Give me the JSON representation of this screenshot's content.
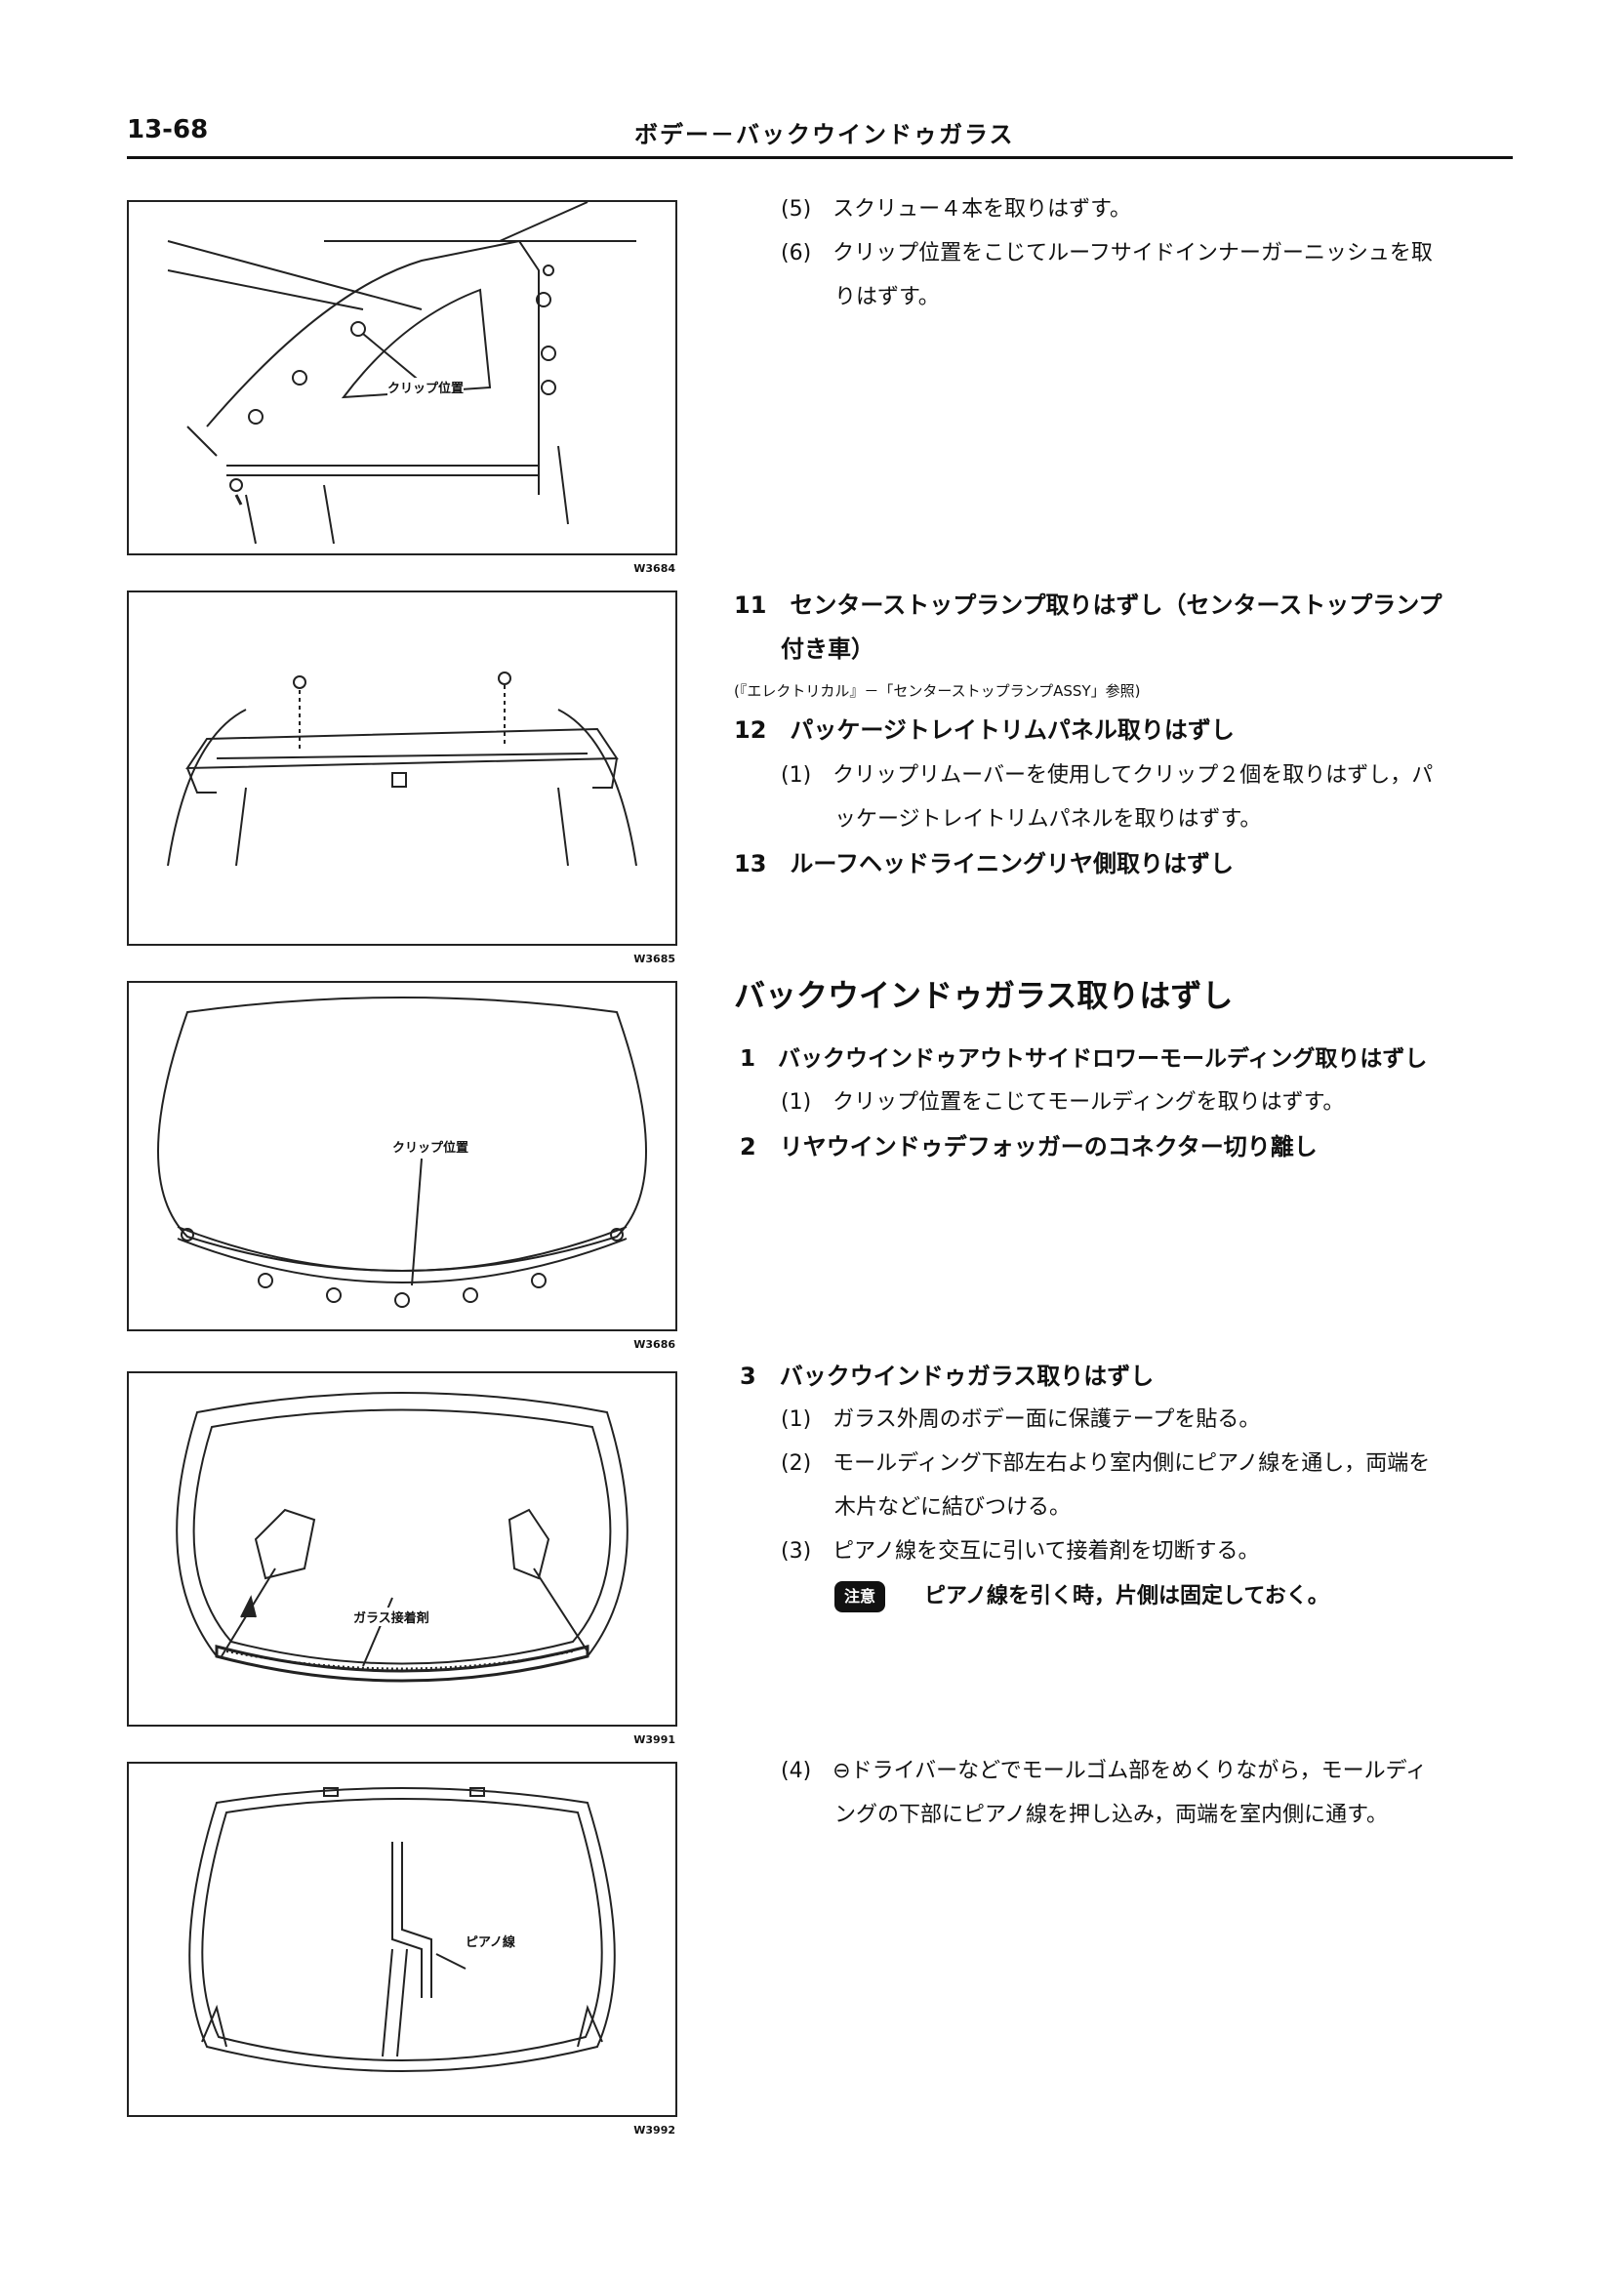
{
  "header": {
    "page_number": "13-68",
    "title": "ボデー－バックウインドゥガラス"
  },
  "figures": [
    {
      "code": "W3684",
      "callouts": [
        "クリップ位置"
      ]
    },
    {
      "code": "W3685",
      "callouts": []
    },
    {
      "code": "W3686",
      "callouts": [
        "クリップ位置"
      ]
    },
    {
      "code": "W3991",
      "callouts": [
        "ガラス接着剤"
      ]
    },
    {
      "code": "W3992",
      "callouts": [
        "ピアノ線"
      ]
    }
  ],
  "text": {
    "s5": "(5)　スクリュー４本を取りはずす。",
    "s6a": "(6)　クリップ位置をこじてルーフサイドインナーガーニッシュを取",
    "s6b": "りはずす。",
    "h11a": "11　センターストップランプ取りはずし（センターストップランプ",
    "h11b": "付き車）",
    "ref11": "(『エレクトリカル』－「センターストップランプASSY」参照)",
    "h12": "12　パッケージトレイトリムパネル取りはずし",
    "s12_1a": "(1)　クリップリムーバーを使用してクリップ２個を取りはずし，パ",
    "s12_1b": "ッケージトレイトリムパネルを取りはずす。",
    "h13": "13　ルーフヘッドライニングリヤ側取りはずし",
    "section_heading": "バックウインドゥガラス取りはずし",
    "h1": "1　バックウインドゥアウトサイドロワーモールディング取りはずし",
    "s1_1": "(1)　クリップ位置をこじてモールディングを取りはずす。",
    "h2": "2　リヤウインドゥデフォッガーのコネクター切り離し",
    "h3": "3　バックウインドゥガラス取りはずし",
    "s3_1": "(1)　ガラス外周のボデー面に保護テープを貼る。",
    "s3_2a": "(2)　モールディング下部左右より室内側にピアノ線を通し，両端を",
    "s3_2b": "木片などに結びつける。",
    "s3_3": "(3)　ピアノ線を交互に引いて接着剤を切断する。",
    "note_badge": "注意",
    "note_text": "ピアノ線を引く時，片側は固定しておく。",
    "s3_4a": "(4)　⊖ドライバーなどでモールゴム部をめくりながら，モールディ",
    "s3_4b": "ングの下部にピアノ線を押し込み，両端を室内側に通す。"
  }
}
